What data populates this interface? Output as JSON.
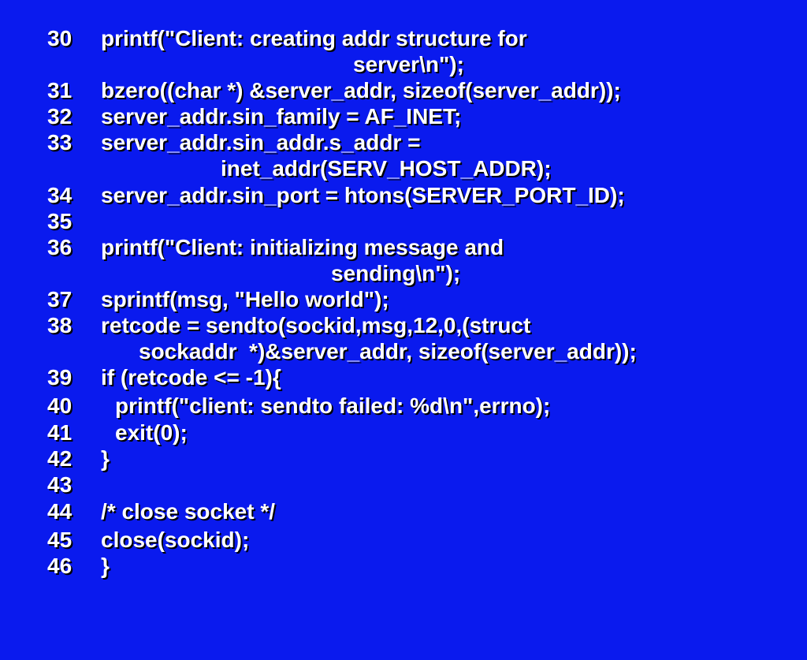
{
  "lines": [
    {
      "num": "30",
      "text": "printf(\"Client: creating addr structure for"
    },
    {
      "num": "",
      "text": "server\\n\");"
    },
    {
      "num": "31",
      "text": "bzero((char *) &server_addr, sizeof(server_addr));"
    },
    {
      "num": "32",
      "text": "server_addr.sin_family = AF_INET;"
    },
    {
      "num": "33",
      "text": "server_addr.sin_addr.s_addr ="
    },
    {
      "num": "",
      "text": "inet_addr(SERV_HOST_ADDR);"
    },
    {
      "num": "34",
      "text": "server_addr.sin_port = htons(SERVER_PORT_ID);"
    },
    {
      "num": "35",
      "text": ""
    },
    {
      "num": "36",
      "text": "printf(\"Client: initializing message and"
    },
    {
      "num": "",
      "text": "sending\\n\");"
    },
    {
      "num": "37",
      "text": "sprintf(msg, \"Hello world\");"
    },
    {
      "num": "38",
      "text": "retcode = sendto(sockid,msg,12,0,(struct"
    },
    {
      "num": "",
      "text": "sockaddr  *)&server_addr, sizeof(server_addr));"
    },
    {
      "num": "39",
      "text": "if (retcode <= -1){"
    },
    {
      "num": "40",
      "text": "printf(\"client: sendto failed: %d\\n\",errno);"
    },
    {
      "num": "41",
      "text": "exit(0);"
    },
    {
      "num": "42",
      "text": "}"
    },
    {
      "num": "43",
      "text": ""
    },
    {
      "num": "44",
      "text": "/* close socket */"
    },
    {
      "num": "45",
      "text": "close(sockid);"
    },
    {
      "num": "46",
      "text": "}"
    }
  ]
}
